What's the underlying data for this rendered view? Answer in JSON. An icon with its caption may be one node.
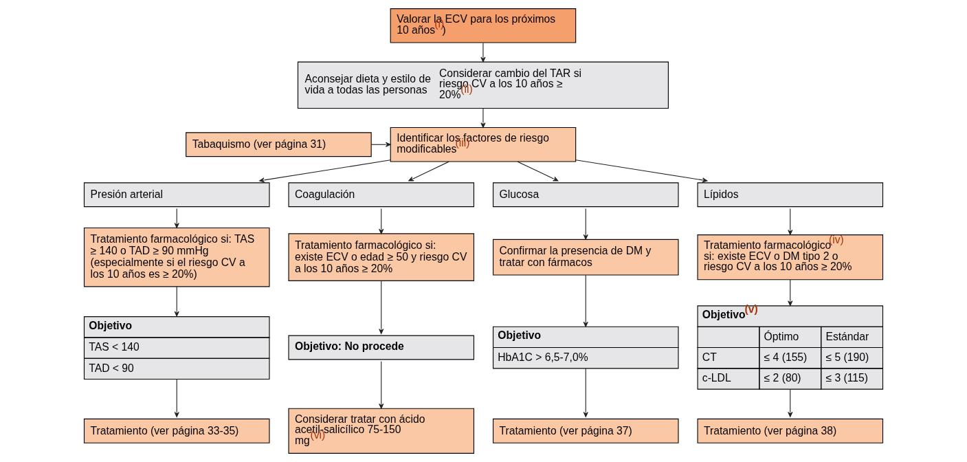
{
  "diagram": {
    "nodes": [
      {
        "text": [
          "Valorar la ECV para los próximos 10 años$^{(i)}$)"
        ]
      },
      {
        "text": [
          "Aconsejar dieta y estilo de vida a todas las personas",
          "Considerar cambio del TAR si riesgo CV a los 10 años ≥ 20%$^{(ii)}$"
        ]
      },
      {
        "text": [
          "Tabaquismo (ver página 31)"
        ]
      },
      {
        "text": [
          "Identificar los factores de riesgo modificables$^{(iii)}$"
        ]
      },
      {
        "text": [
          "Presión arterial"
        ]
      },
      {
        "text": [
          "Coagulación"
        ]
      },
      {
        "text": [
          "Glucosa"
        ]
      },
      {
        "text": [
          "Lípidos"
        ]
      },
      {
        "text": [
          "Tratamiento farmacológico si: TAS ≥ 140 o TAD ≥ 90 mmHg (especialmente si el riesgo CV a los 10 años es ≥ 20%)"
        ]
      },
      {
        "text": [
          "Tratamiento farmacológico si: existe ECV o edad ≥ 50 y riesgo CV a los 10 años ≥ 20%"
        ]
      },
      {
        "text": [
          "Confirmar la presencia de DM y tratar con fármacos"
        ]
      },
      {
        "text": [
          "Tratamiento farmacológico$^{(iv)}$ si: existe ECV o DM tipo 2 o riesgo CV a los 10 años ≥ 20%"
        ]
      },
      {
        "text": [
          "Objetivo",
          "TAS < 140",
          "TAD < 90"
        ]
      },
      {
        "text": [
          "Objetivo: No procede"
        ]
      },
      {
        "text": [
          "Objetivo",
          "HbA1C > 6,5-7,0%"
        ]
      },
      {
        "text": [
          "Objetivo$^{(v)}$",
          "Óptimo",
          "Estándar",
          "CT",
          "≤ 4 (155)",
          "≤ 5 (190)",
          "c-LDL",
          "≤ 2 (80)",
          "≤ 3 (115)"
        ]
      },
      {
        "text": [
          "Tratamiento (ver página 33-35)"
        ]
      },
      {
        "text": [
          "Considerar tratar con ácido acetil-salicílico 75-150 mg$^{(vi)}$"
        ]
      },
      {
        "text": [
          "Tratamiento (ver página 37)"
        ]
      },
      {
        "text": [
          "Tratamiento (ver página 38)"
        ]
      }
    ],
    "edges": [
      {
        "from": 0,
        "to": 1,
        "arrow": "to"
      },
      {
        "from": 1,
        "to": 3,
        "arrow": "to"
      },
      {
        "from": 2,
        "to": 3,
        "arrow": "to"
      },
      {
        "from": 3,
        "to": 4,
        "arrow": "to"
      },
      {
        "from": 3,
        "to": 5,
        "arrow": "to"
      },
      {
        "from": 3,
        "to": 6,
        "arrow": "to"
      },
      {
        "from": 3,
        "to": 7,
        "arrow": "to"
      },
      {
        "from": 4,
        "to": 8,
        "arrow": "to"
      },
      {
        "from": 5,
        "to": 9,
        "arrow": "to"
      },
      {
        "from": 6,
        "to": 10,
        "arrow": "to"
      },
      {
        "from": 7,
        "to": 11,
        "arrow": "to"
      },
      {
        "from": 8,
        "to": 12,
        "arrow": "to"
      },
      {
        "from": 9,
        "to": 13,
        "arrow": "to"
      },
      {
        "from": 10,
        "to": 14,
        "arrow": "to"
      },
      {
        "from": 11,
        "to": 15,
        "arrow": "to"
      },
      {
        "from": 12,
        "to": 16,
        "arrow": "to"
      },
      {
        "from": 13,
        "to": 17,
        "arrow": "to"
      },
      {
        "from": 14,
        "to": 18,
        "arrow": "to"
      },
      {
        "from": 15,
        "to": 19,
        "arrow": "to"
      }
    ]
  }
}
